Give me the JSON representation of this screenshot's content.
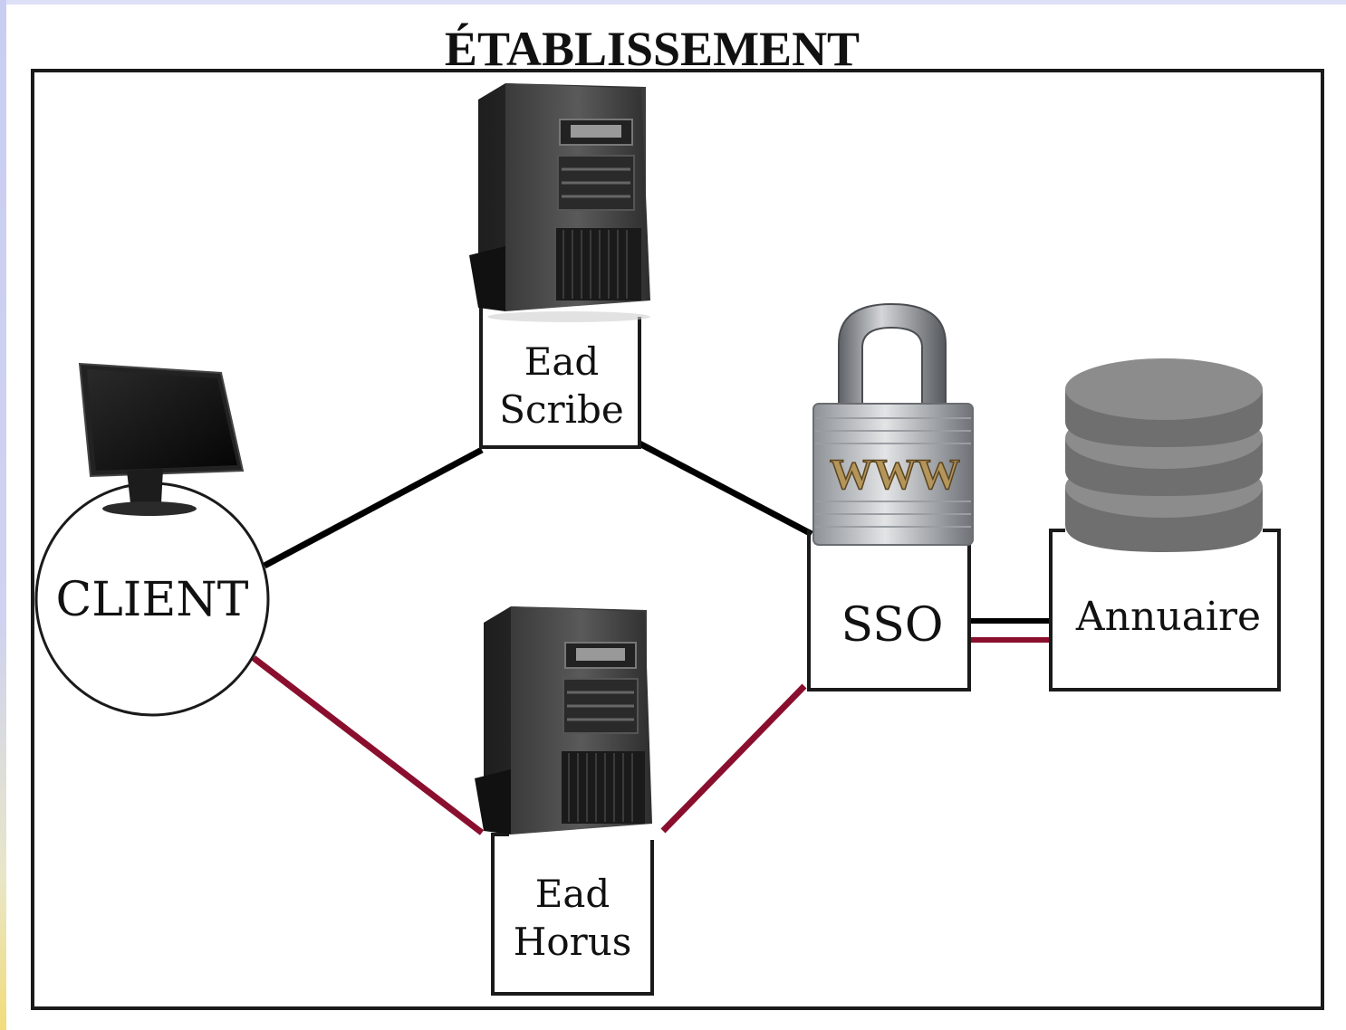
{
  "diagram": {
    "title": "ÉTABLISSEMENT",
    "nodes": {
      "client": {
        "label": "CLIENT",
        "icon": "monitor-icon"
      },
      "ead_scribe": {
        "line1": "Ead",
        "line2": "Scribe",
        "icon": "server-tower-icon"
      },
      "ead_horus": {
        "line1": "Ead",
        "line2": "Horus",
        "icon": "server-tower-icon"
      },
      "sso": {
        "label": "SSO",
        "icon": "padlock-www-icon",
        "icon_text": "WWW"
      },
      "annuaire": {
        "label": "Annuaire",
        "icon": "database-icon"
      }
    },
    "links": [
      {
        "from": "CLIENT",
        "to": "Ead Scribe",
        "color": "#000000"
      },
      {
        "from": "Ead Scribe",
        "to": "SSO",
        "color": "#000000"
      },
      {
        "from": "CLIENT",
        "to": "Ead Horus",
        "color": "#8a0f2e"
      },
      {
        "from": "Ead Horus",
        "to": "SSO",
        "color": "#8a0f2e"
      },
      {
        "from": "SSO",
        "to": "Annuaire",
        "color": "#000000"
      },
      {
        "from": "SSO",
        "to": "Annuaire",
        "color": "#8a0f2e"
      }
    ],
    "colors": {
      "black_link": "#000000",
      "red_link": "#8a0f2e"
    }
  }
}
